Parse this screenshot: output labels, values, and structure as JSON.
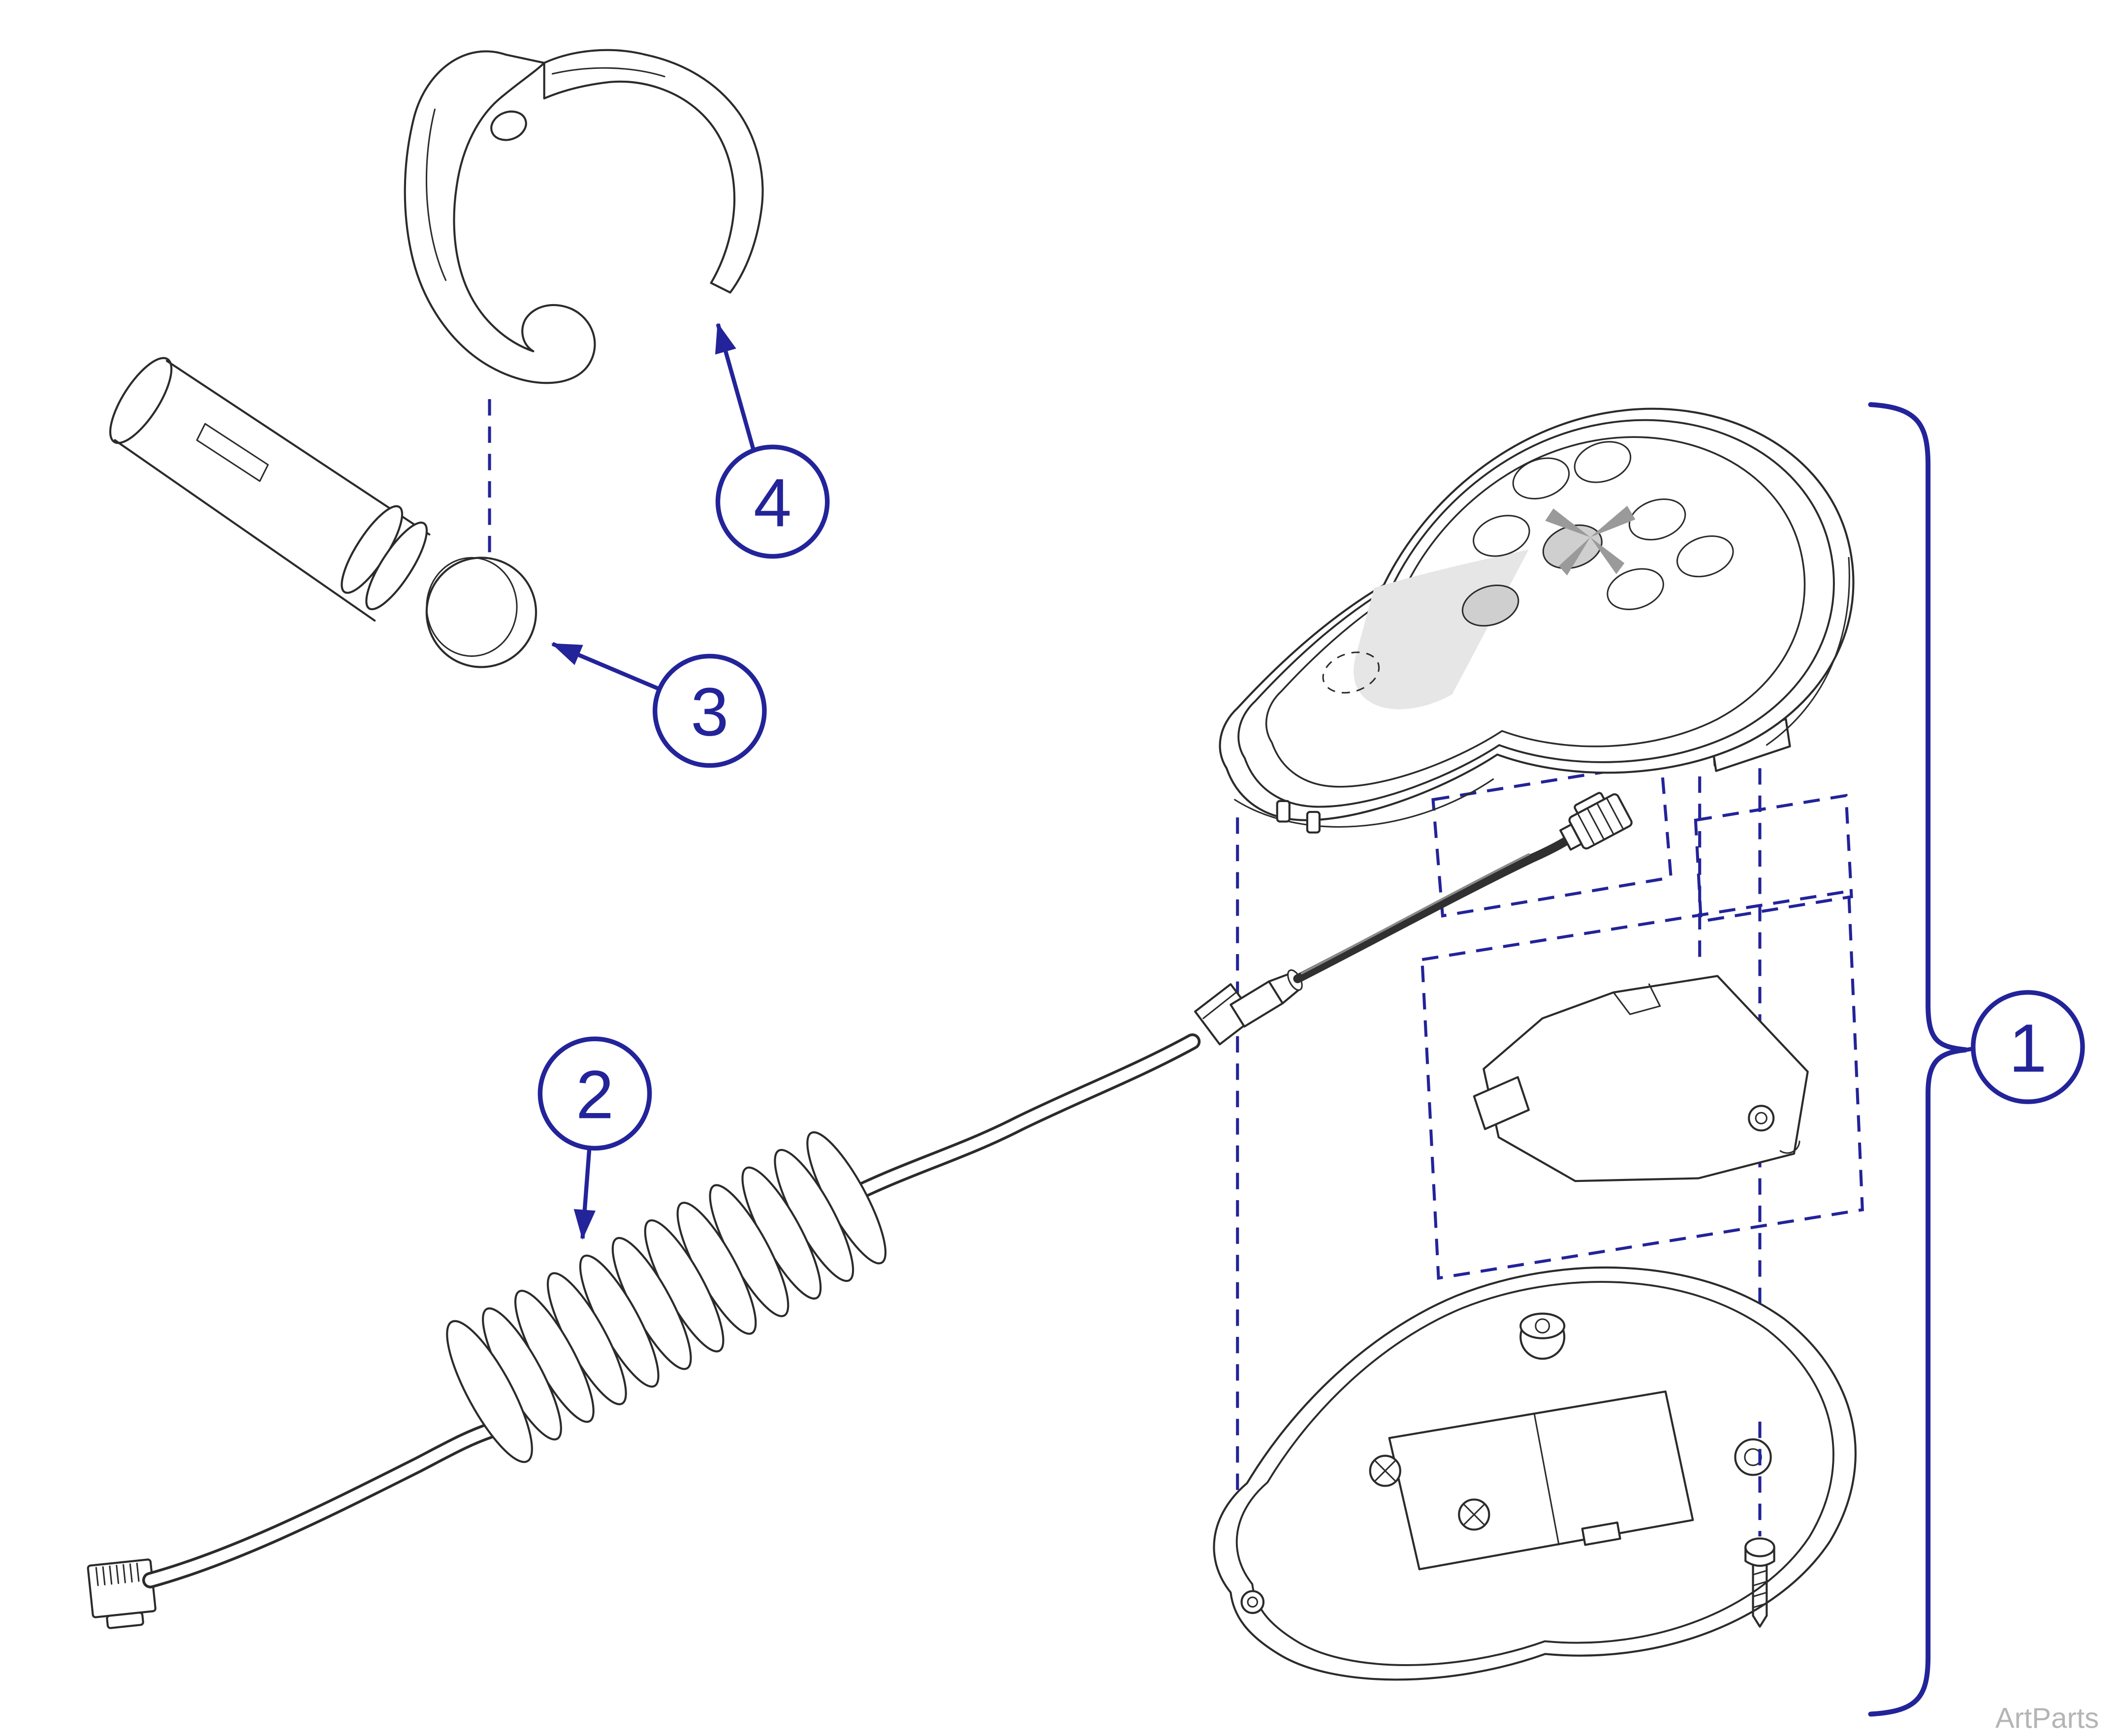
{
  "diagram": {
    "watermark": "ArtParts",
    "callouts": {
      "c1": {
        "label": "1"
      },
      "c2": {
        "label": "2"
      },
      "c3": {
        "label": "3"
      },
      "c4": {
        "label": "4"
      }
    },
    "colors": {
      "line": "#2b2b2b",
      "accent": "#23239a",
      "watermark_gray": "#b5b5b5",
      "membrane_shade": "#e6e6e6",
      "button_shade": "#cfcfcf"
    }
  }
}
